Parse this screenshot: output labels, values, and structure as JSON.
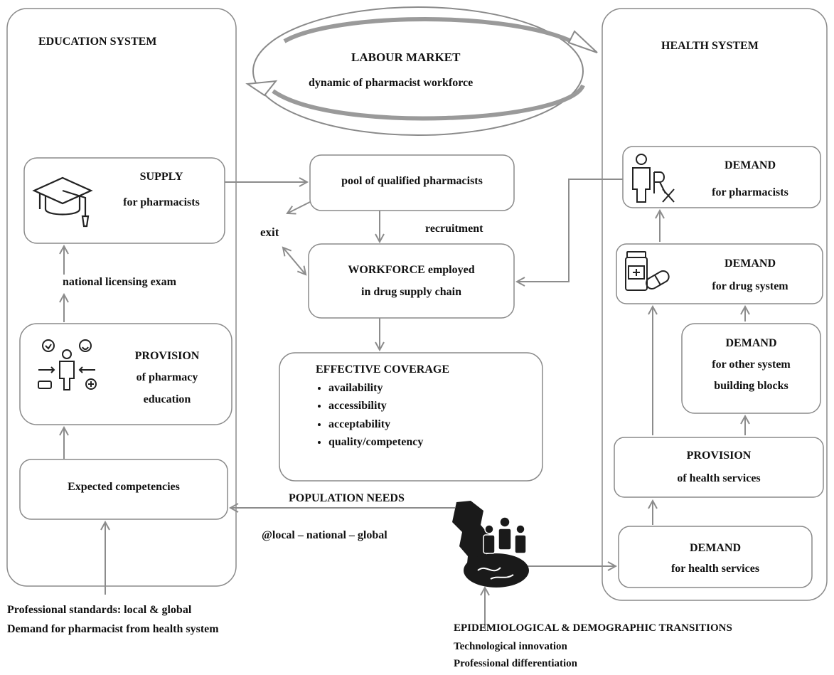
{
  "education": {
    "title": "EDUCATION SYSTEM",
    "supply_title": "SUPPLY",
    "supply_sub": "for pharmacists",
    "licensing": "national licensing exam",
    "provision_title": "PROVISION",
    "provision_sub1": "of pharmacy",
    "provision_sub2": "education",
    "competencies": "Expected competencies"
  },
  "labour": {
    "title": "LABOUR MARKET",
    "subtitle": "dynamic of pharmacist workforce"
  },
  "center": {
    "pool": "pool of qualified  pharmacists",
    "exit": "exit",
    "recruitment": "recruitment",
    "workforce_line1": "WORKFORCE employed",
    "workforce_line2": "in drug supply chain",
    "coverage_title": "EFFECTIVE COVERAGE",
    "coverage_items": [
      "availability",
      "accessibility",
      "acceptability",
      "quality/competency"
    ]
  },
  "health": {
    "title": "HEALTH SYSTEM",
    "demand_pharm_title": "DEMAND",
    "demand_pharm_sub": "for pharmacists",
    "demand_drug_title": "DEMAND",
    "demand_drug_sub": "for drug system",
    "demand_other_title": "DEMAND",
    "demand_other_sub1": "for other system",
    "demand_other_sub2": "building blocks",
    "provision_title": "PROVISION",
    "provision_sub": "of health services",
    "demand_hs_title": "DEMAND",
    "demand_hs_sub": "for health services"
  },
  "population": {
    "title": "POPULATION NEEDS",
    "scope": "@local – national – global"
  },
  "bottom_left": {
    "line1": "Professional standards: local & global",
    "line2": "Demand for pharmacist from health system"
  },
  "bottom_right": {
    "line1": "EPIDEMIOLOGICAL & DEMOGRAPHIC TRANSITIONS",
    "line2": "Technological innovation",
    "line3": "Professional differentiation"
  },
  "colors": {
    "stroke": "#8a8a8a",
    "arrow": "#8c8c8c",
    "text": "#111111"
  }
}
